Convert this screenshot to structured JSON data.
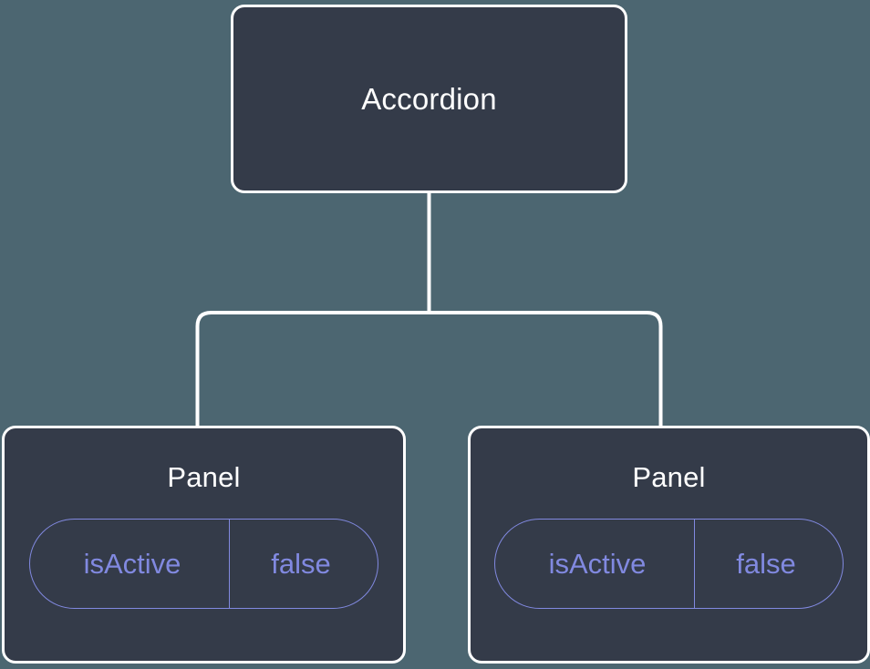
{
  "diagram": {
    "type": "component-tree",
    "background_color": "#4c6671",
    "node_fill_color": "#343b49",
    "node_border_color": "#ffffff",
    "connector_color": "#ffffff",
    "prop_accent_color": "#8189e0",
    "title_text_color": "#ffffff"
  },
  "root": {
    "label": "Accordion"
  },
  "children": [
    {
      "label": "Panel",
      "props": [
        {
          "key": "isActive",
          "value": "false"
        }
      ]
    },
    {
      "label": "Panel",
      "props": [
        {
          "key": "isActive",
          "value": "false"
        }
      ]
    }
  ]
}
